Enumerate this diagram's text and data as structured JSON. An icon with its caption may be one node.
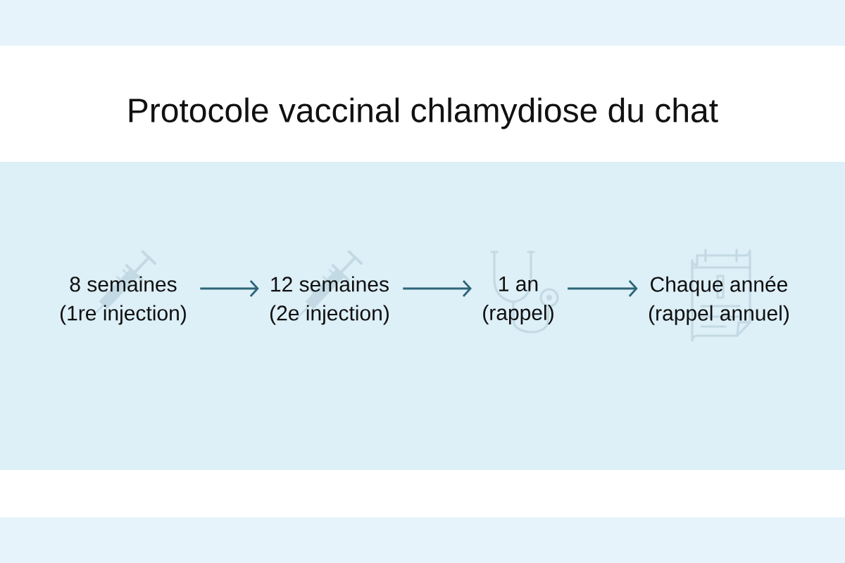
{
  "diagram": {
    "title": "Protocole vaccinal chlamydiose du chat",
    "nodes": [
      {
        "text": [
          "8 semaines",
          "(1re injection)"
        ]
      },
      {
        "text": [
          "12 semaines",
          "(2e injection)"
        ]
      },
      {
        "text": [
          "1 an",
          "(rappel)"
        ]
      },
      {
        "text": [
          "Chaque année",
          "(rappel annuel)"
        ]
      }
    ],
    "edges": [
      {
        "from": 0,
        "to": 1,
        "arrow": "to"
      },
      {
        "from": 1,
        "to": 2,
        "arrow": "to"
      },
      {
        "from": 2,
        "to": 3,
        "arrow": "to"
      }
    ]
  }
}
